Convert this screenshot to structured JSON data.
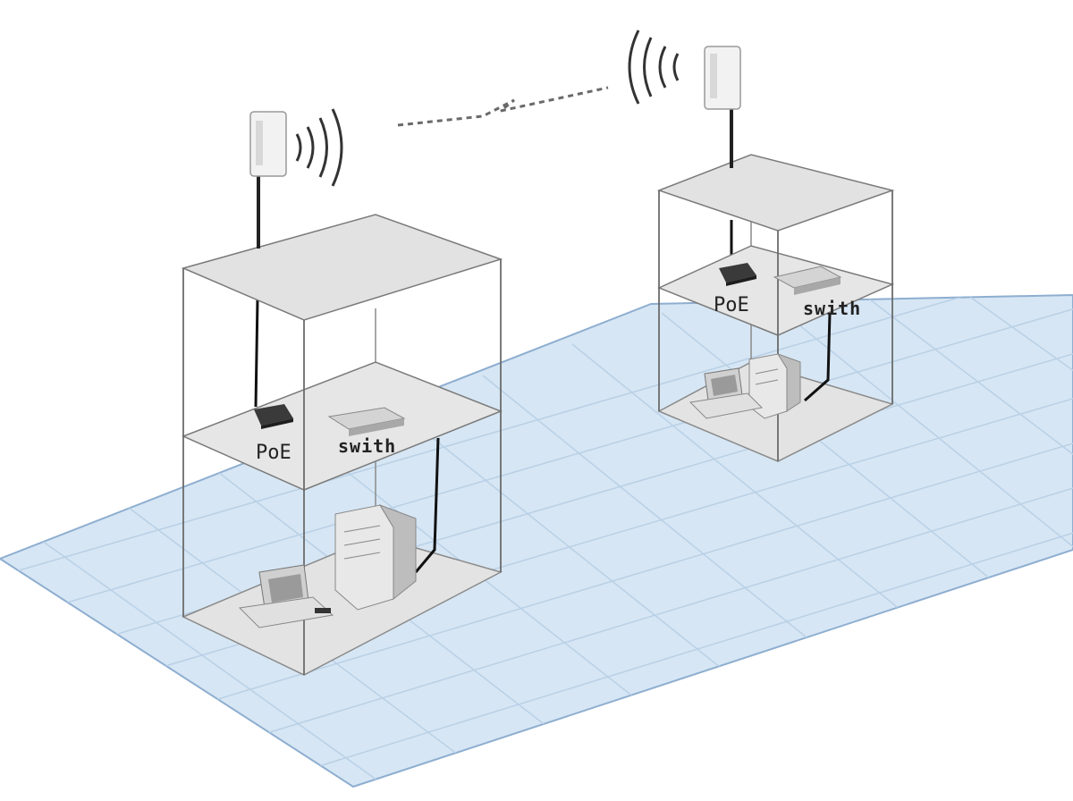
{
  "building_left": {
    "poe_label": "PoE",
    "switch_label": "swith"
  },
  "building_right": {
    "poe_label": "PoE",
    "switch_label": "swith"
  },
  "colors": {
    "ground_fill": "#d6e6f4",
    "ground_grid": "#b7cfe6",
    "floor_fill": "#e6e6e6",
    "edge": "#6b6b6b",
    "cable": "#111111",
    "device_dark": "#3a3a3a",
    "device_light": "#cfcfcf"
  }
}
